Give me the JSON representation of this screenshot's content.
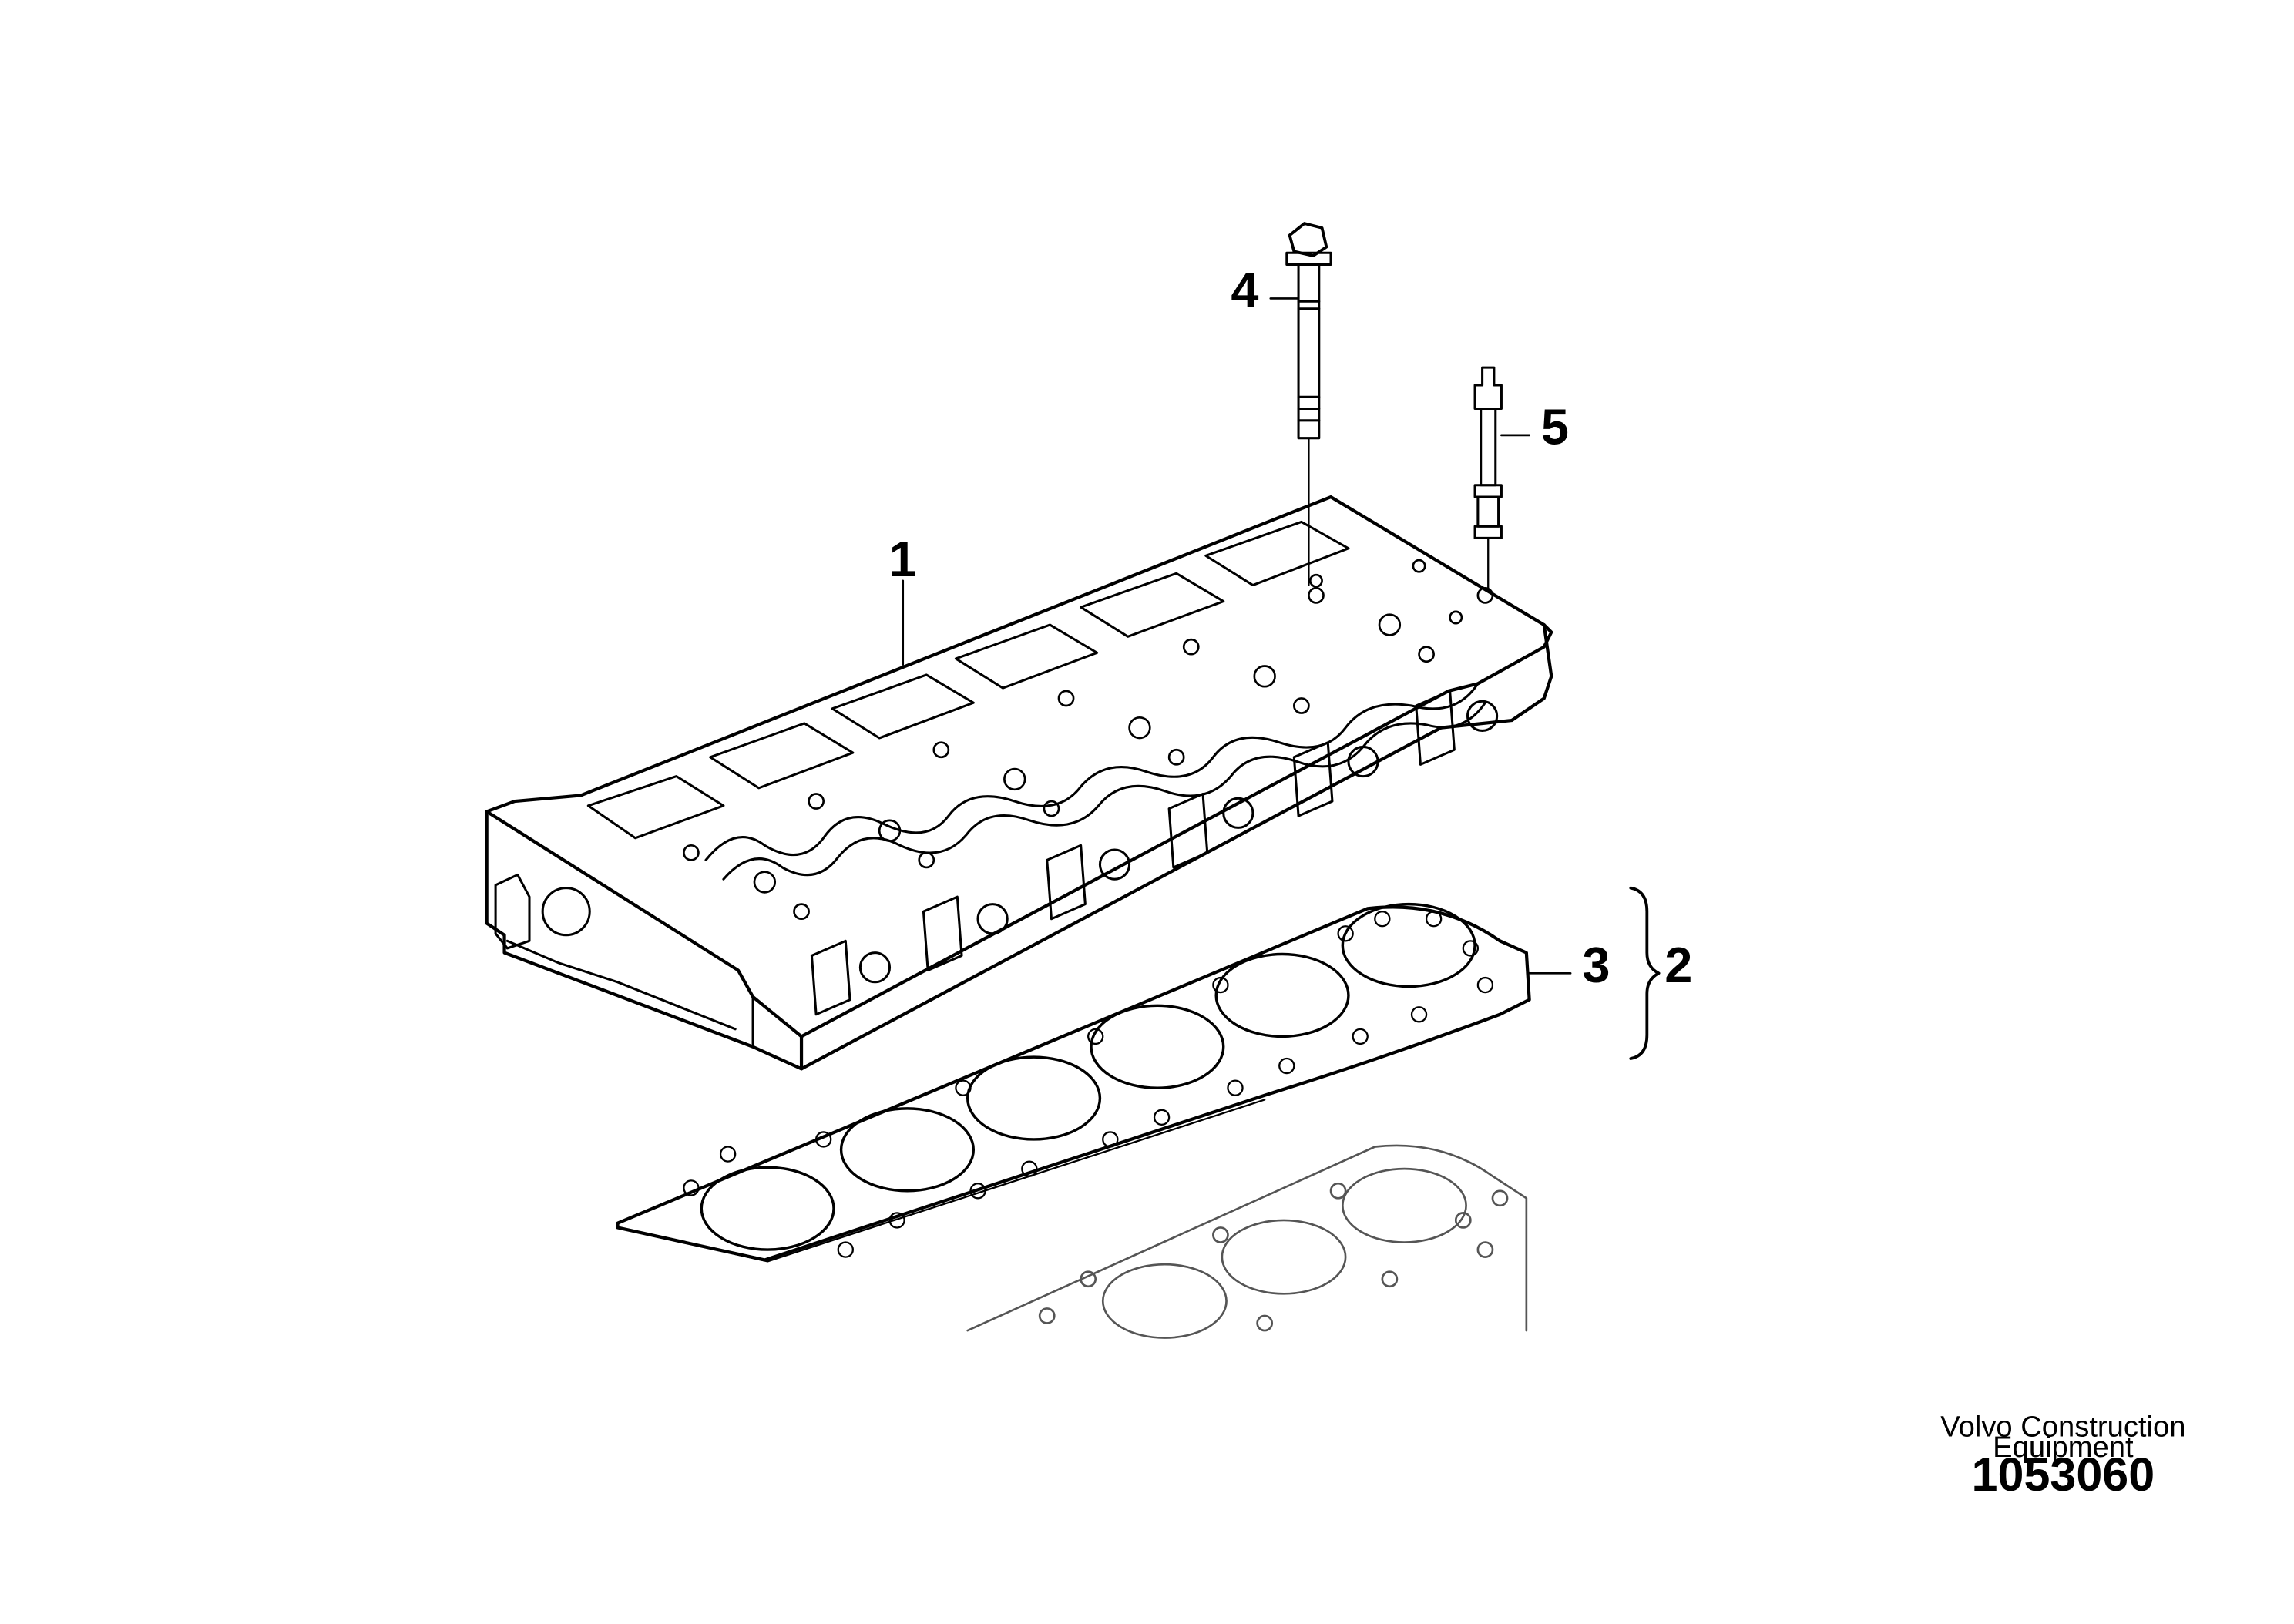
{
  "callouts": {
    "cylinder_head": "1",
    "gasket_kit": "2",
    "head_gasket": "3",
    "head_bolt": "4",
    "stud": "5"
  },
  "footer": {
    "brand_line1": "Volvo Construction",
    "brand_line2": "Equipment",
    "doc_number": "1053060"
  },
  "colors": {
    "line": "#000000",
    "background": "#ffffff"
  }
}
